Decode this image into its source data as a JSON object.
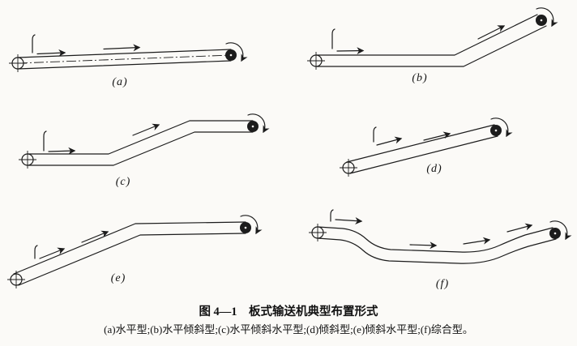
{
  "figure": {
    "caption": "图 4—1　板式输送机典型布置形式",
    "legend": "(a)水平型;(b)水平倾斜型;(c)水平倾斜水平型;(d)倾斜型;(e)倾斜水平型;(f)综合型。",
    "line_color": "#1c1c1c",
    "diagrams": [
      {
        "label": "(a)",
        "type": "水平型"
      },
      {
        "label": "(b)",
        "type": "水平倾斜型"
      },
      {
        "label": "(c)",
        "type": "水平倾斜水平型"
      },
      {
        "label": "(d)",
        "type": "倾斜型"
      },
      {
        "label": "(e)",
        "type": "倾斜水平型"
      },
      {
        "label": "(f)",
        "type": "综合型"
      }
    ]
  }
}
